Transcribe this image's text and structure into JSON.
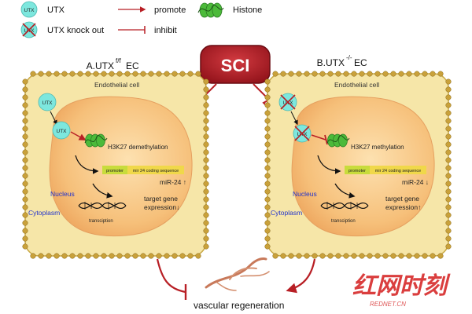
{
  "legend": {
    "utx_label": "UTX",
    "utx_knockout_label": "UTX knock out",
    "promote_label": "promote",
    "inhibit_label": "inhibit",
    "histone_label": "Histone"
  },
  "sci": {
    "label": "SCI"
  },
  "panel_a": {
    "title": "A.UTX",
    "title_sup": "f/f",
    "title_suffix": " EC",
    "cell_label": "Endothelial cell",
    "utx_top": "UTX",
    "utx_nuclear": "UTX",
    "methylation_label": "H3K27 demethylation",
    "promoter_label": "promoter",
    "coding_label": "mir 24 coding sequence",
    "mir_label": "miR-24 ↑",
    "nucleus_label": "Nucleus",
    "cytoplasm_label": "Cytoplasm",
    "transcription_label": "transciption",
    "target_line1": "target gene",
    "target_line2": "expression↓"
  },
  "panel_b": {
    "title": "B.UTX",
    "title_sup": "-/-",
    "title_suffix": "  EC",
    "cell_label": "Endothelial cell",
    "utx_top": "UTX",
    "utx_nuclear": "UTX",
    "methylation_label": "H3K27 methylation",
    "promoter_label": "promoter",
    "coding_label": "mir 24 coding sequence",
    "mir_label": "miR-24 ↓",
    "nucleus_label": "Nucleus",
    "cytoplasm_label": "Cytoplasm",
    "transcription_label": "transciption",
    "target_line1": "target gene",
    "target_line2": "expression↑"
  },
  "outcome": {
    "label": "vascular regeneration"
  },
  "watermark": {
    "main": "红网时刻",
    "sub": "REDNET.CN"
  },
  "colors": {
    "cell_fill": "#f6e6a8",
    "cell_border": "#c8a844",
    "bead": "#c9a13b",
    "nucleus_fill": "#f4b870",
    "utx": "#7de7de",
    "histone": "#3ca832",
    "promote_arrow": "#b81f25",
    "sci_fill": "#a51a22",
    "promoter_box": "#c8dc3c",
    "coding_box": "#f0d84a",
    "blue_label": "#2233cc",
    "vessel": "#c8795a"
  }
}
